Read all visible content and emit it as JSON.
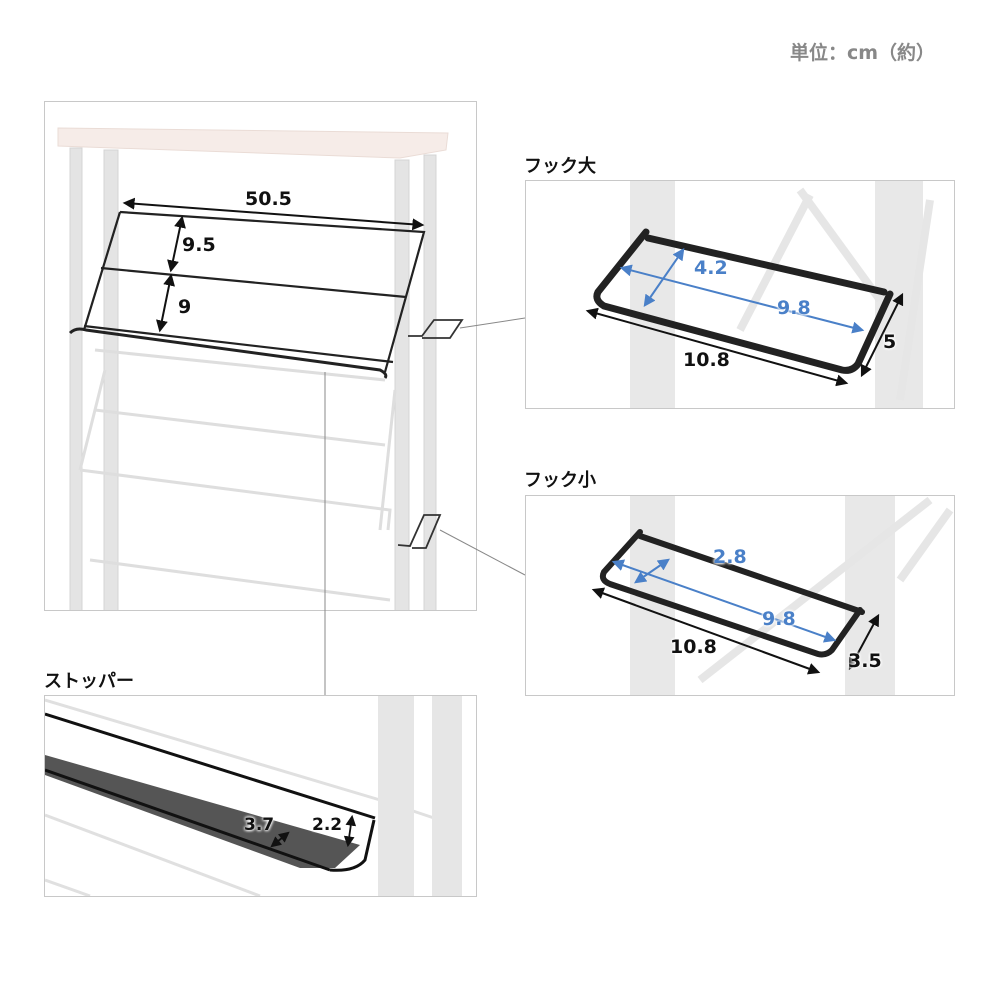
{
  "unit_note": "単位：cm（約）",
  "main": {
    "width_label": "50.5",
    "upper_height_label": "9.5",
    "lower_height_label": "9"
  },
  "hook_large": {
    "title": "フック大",
    "inner_depth": "4.2",
    "inner_width": "9.8",
    "outer_width": "10.8",
    "depth": "5"
  },
  "hook_small": {
    "title": "フック小",
    "inner_depth": "2.8",
    "inner_width": "9.8",
    "outer_width": "10.8",
    "depth": "3.5"
  },
  "stopper": {
    "title": "ストッパー",
    "depth": "3.7",
    "height": "2.2"
  },
  "colors": {
    "accent_blue": "#4a80c8",
    "frame_gray": "#d9d9d9",
    "panel_border": "#c8c8c8"
  }
}
